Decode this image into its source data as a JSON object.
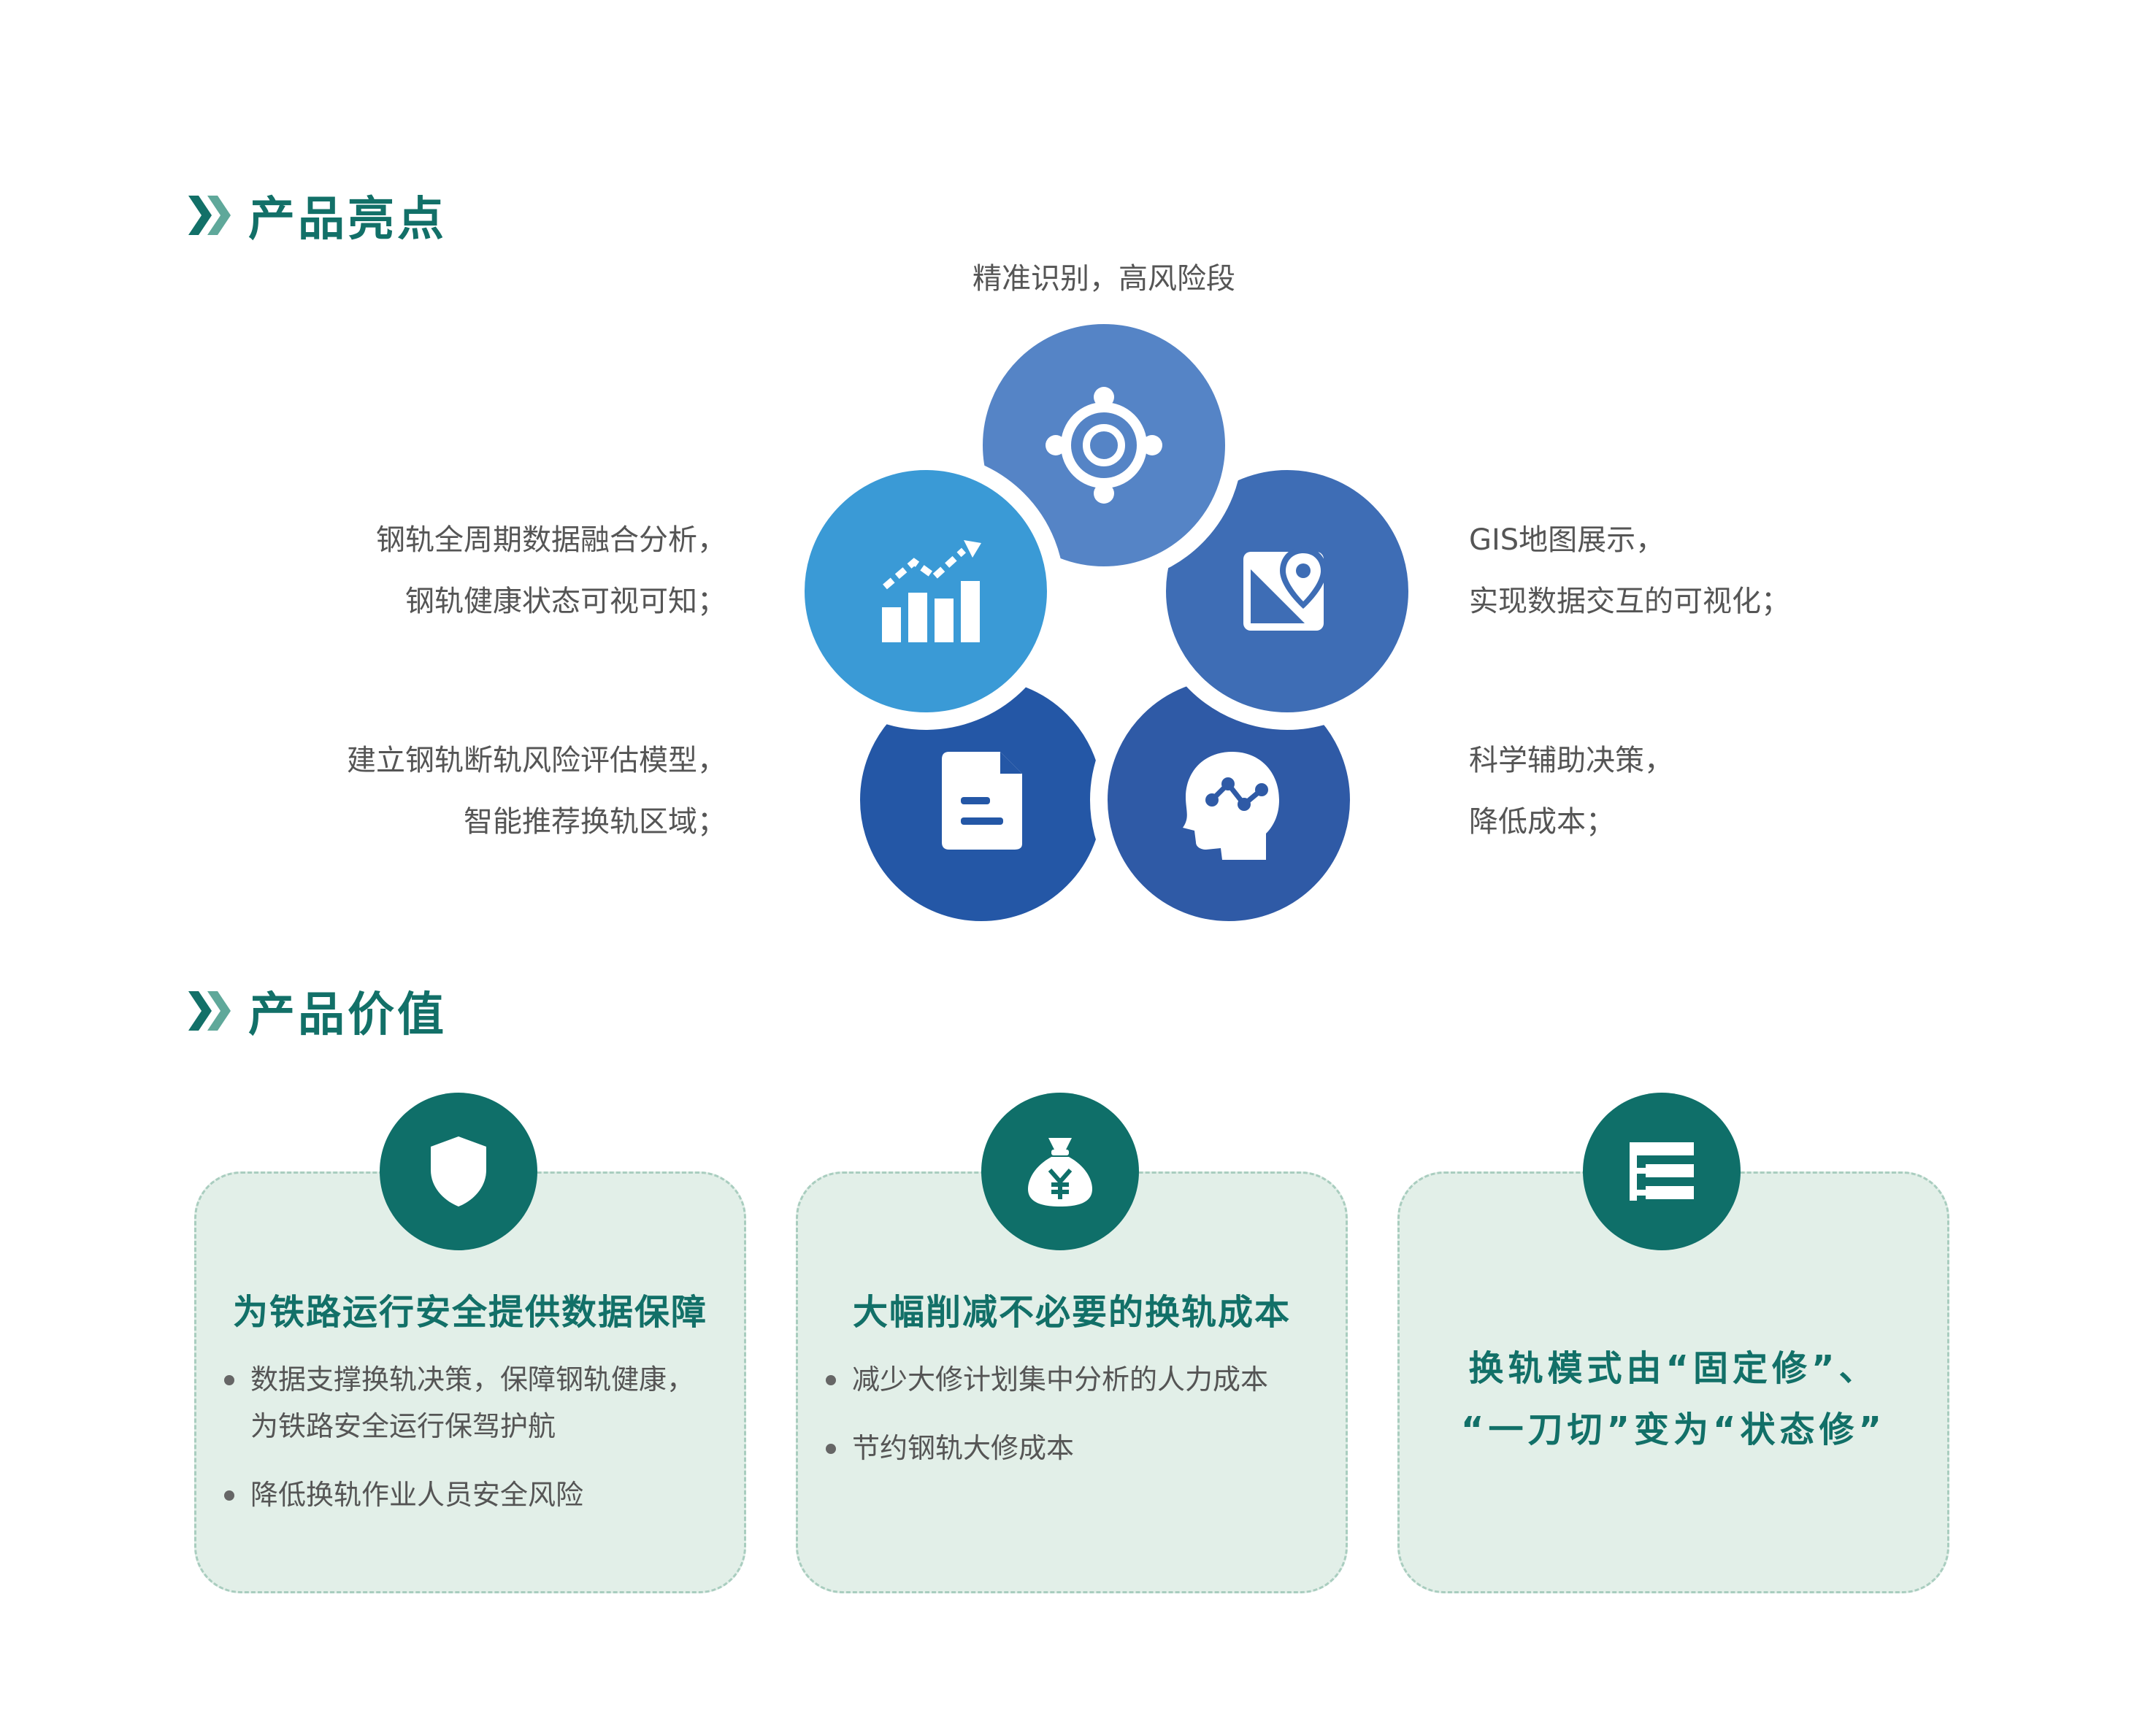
{
  "sections": {
    "highlights": {
      "title": "产品亮点"
    },
    "value": {
      "title": "产品价值"
    }
  },
  "highlights": {
    "top": {
      "icon": "crosshair-icon",
      "lines": [
        "精准识别，高风险段"
      ]
    },
    "upper_left": {
      "icon": "growth-chart-icon",
      "lines": [
        "钢轨全周期数据融合分析，",
        "钢轨健康状态可视可知；"
      ]
    },
    "upper_right": {
      "icon": "map-pin-icon",
      "lines": [
        "GIS地图展示，",
        "实现数据交互的可视化；"
      ]
    },
    "lower_left": {
      "icon": "document-icon",
      "lines": [
        "建立钢轨断轨风险评估模型，",
        "智能推荐换轨区域；"
      ]
    },
    "lower_right": {
      "icon": "brain-head-icon",
      "lines": [
        "科学辅助决策，",
        "降低成本；"
      ]
    }
  },
  "cards": [
    {
      "icon": "shield-icon",
      "title": "为铁路运行安全提供数据保障",
      "bullets": [
        [
          "数据支撑换轨决策，保障钢轨健康，",
          "为铁路安全运行保驾护航"
        ],
        [
          "降低换轨作业人员安全风险"
        ]
      ]
    },
    {
      "icon": "money-bag-icon",
      "title": "大幅削减不必要的换轨成本",
      "bullets": [
        [
          "减少大修计划集中分析的人力成本"
        ],
        [
          "节约钢轨大修成本"
        ]
      ]
    },
    {
      "icon": "table-tree-icon",
      "quote_lines": [
        "换轨模式由“固定修”、",
        "“一刀切”变为“状态修”"
      ]
    }
  ],
  "colors": {
    "accent_teal": "#127068",
    "card_bg": "#e2efe8",
    "circle_top": "#5584c6",
    "circle_left": "#3a9ad6",
    "circle_right": "#3e6db5",
    "circle_bottom_left": "#2457a6",
    "circle_bottom_right": "#2f5aa6"
  }
}
